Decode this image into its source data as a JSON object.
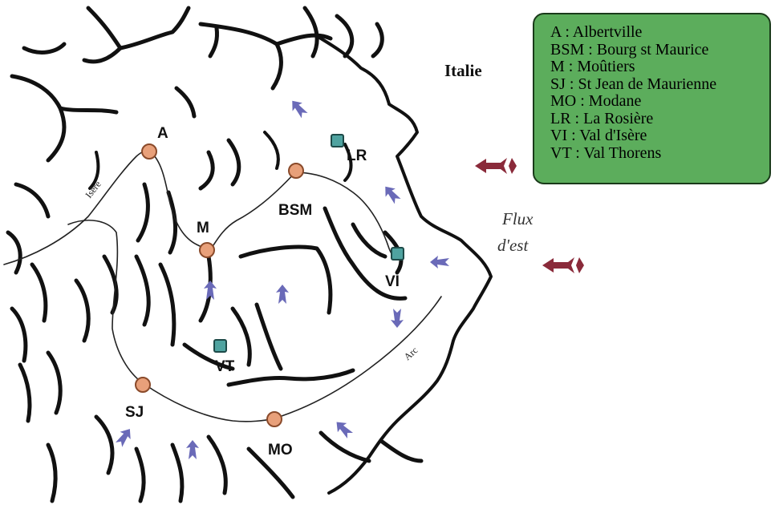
{
  "legend": {
    "items": [
      "A : Albertville",
      "BSM : Bourg st Maurice",
      "M : Moûtiers",
      "SJ : St Jean de Maurienne",
      "MO : Modane",
      "LR : La Rosière",
      "VI : Val d'Isère",
      "VT : Val Thorens"
    ]
  },
  "labels": {
    "country": "Italie",
    "flux_line1": "Flux",
    "flux_line2": "d'est",
    "river_isere": "Isère",
    "river_arc": "Arc"
  },
  "towns": {
    "a": "A",
    "bsm": "BSM",
    "m": "M",
    "sj": "SJ",
    "mo": "MO"
  },
  "resorts": {
    "lr": "LR",
    "vi": "VI",
    "vt": "VT"
  },
  "colors": {
    "town_fill": "#e8a07a",
    "resort_fill": "#4fa3a0",
    "wind_arrow": "#6a6ab8",
    "flux_arrow": "#8a2a3a",
    "legend_background": "#5cad5c"
  },
  "icons": {
    "local_wind": "arrow-icon",
    "east_flux": "fletched-arrow-icon"
  }
}
